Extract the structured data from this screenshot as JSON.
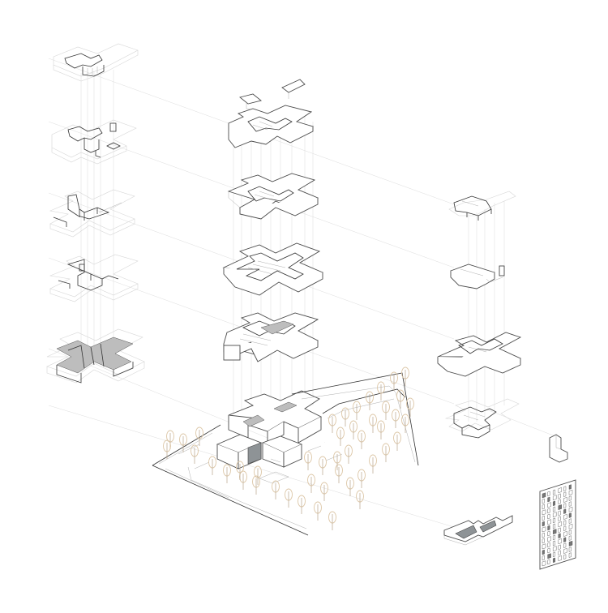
{
  "diagram": {
    "columns": [
      {
        "name": "left-stack",
        "levels": 5
      },
      {
        "name": "center-stack",
        "levels": 5
      },
      {
        "name": "right-stack",
        "levels": 4
      }
    ],
    "site": {
      "tree_count": 46
    },
    "details": [
      "wall-section",
      "facade-panel",
      "l-block"
    ]
  },
  "colors": {
    "line": "#333333",
    "ghost": "#d6d6d6",
    "tree": "#dcc6a6",
    "hatch": "#bdbdbd"
  }
}
